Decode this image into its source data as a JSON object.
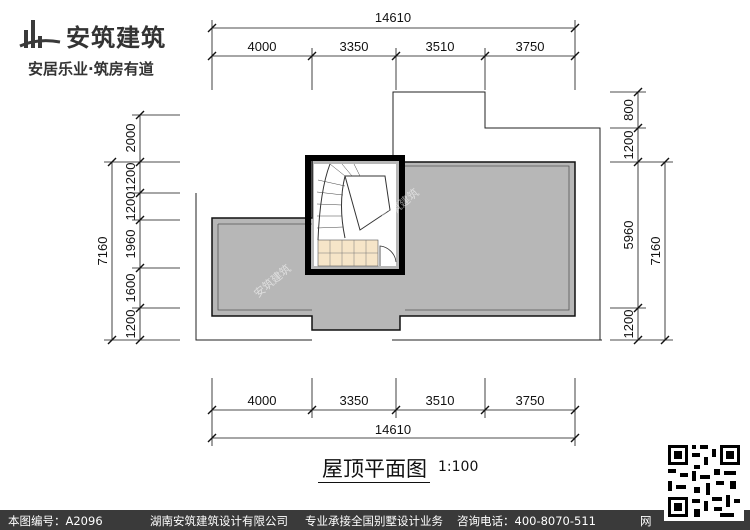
{
  "brand": {
    "name": "安筑建筑",
    "slogan": "安居乐业·筑房有道",
    "watermark": "安筑建筑"
  },
  "drawing": {
    "title": "屋顶平面图",
    "scale": "1:100"
  },
  "dimensions": {
    "top_total": "14610",
    "top_segments": [
      "4000",
      "3350",
      "3510",
      "3750"
    ],
    "bottom_segments": [
      "4000",
      "3350",
      "3510",
      "3750"
    ],
    "bottom_total": "14610",
    "left_segments": [
      "2000",
      "1200",
      "1200",
      "1960",
      "1600",
      "1200"
    ],
    "left_total": "7160",
    "right_segments": [
      "800",
      "1200",
      "5960",
      "1200"
    ],
    "right_total": "7160"
  },
  "footer": {
    "drawing_no": "本图编号：A2096",
    "company": "湖南安筑建筑设计有限公司",
    "service": "专业承接全国别墅设计业务",
    "phone": "咨询电话：400-8070-511",
    "site": "网"
  }
}
